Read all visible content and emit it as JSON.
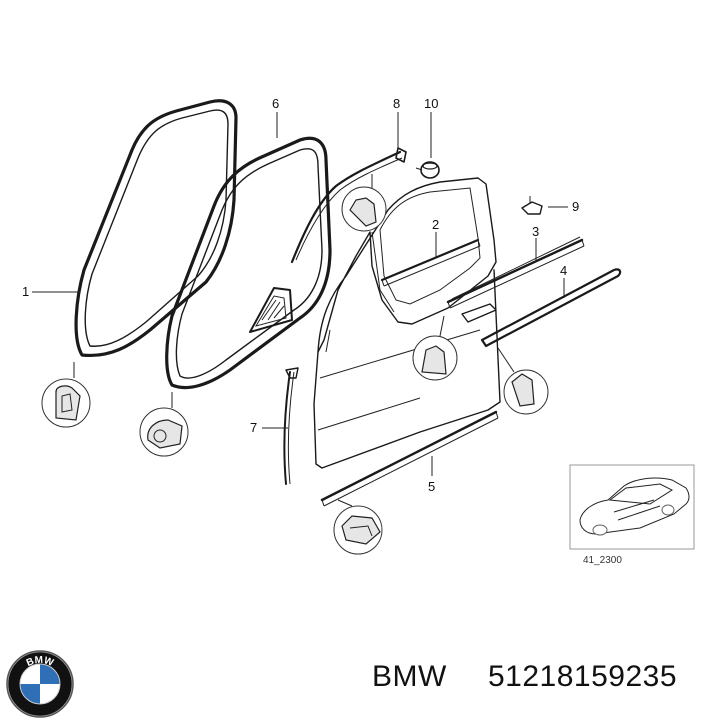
{
  "callouts": {
    "c1": "1",
    "c2": "2",
    "c3": "3",
    "c4": "4",
    "c5": "5",
    "c6": "6",
    "c7": "7",
    "c8": "8",
    "c9": "9",
    "c10": "10"
  },
  "reference_code": "41_2300",
  "logo_text": "BMW",
  "footer": {
    "brand": "BMW",
    "part_number": "51218159235"
  },
  "colors": {
    "line": "#1a1a1a",
    "logo_blue": "#2f6fb5",
    "logo_ring": "#111111"
  }
}
